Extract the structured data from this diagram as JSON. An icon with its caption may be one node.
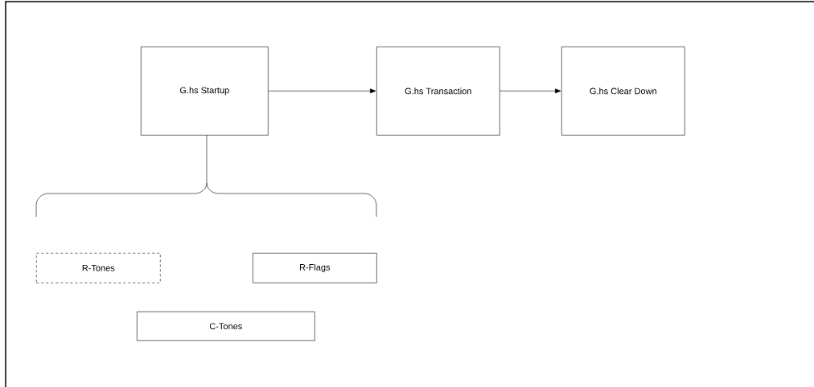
{
  "diagram": {
    "nodes": [
      {
        "text": [
          "G.hs Startup"
        ]
      },
      {
        "text": [
          "G.hs Transaction"
        ]
      },
      {
        "text": [
          "G.hs Clear Down"
        ]
      },
      {
        "text": [
          "R-Tones"
        ]
      },
      {
        "text": [
          "R-Flags"
        ]
      },
      {
        "text": [
          "C-Tones"
        ]
      }
    ],
    "edges": [
      {
        "from": 0,
        "to": 1,
        "arrow": "to"
      },
      {
        "from": 1,
        "to": 2,
        "arrow": "to"
      }
    ]
  }
}
